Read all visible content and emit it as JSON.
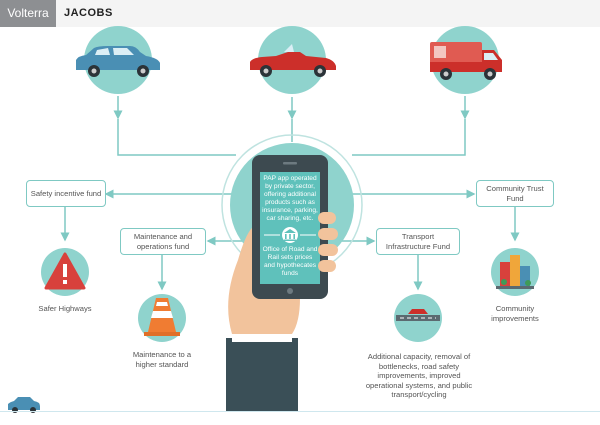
{
  "header": {
    "brand_primary": "Volterra",
    "brand_secondary": "JACOBS"
  },
  "colors": {
    "teal": "#7fc9c3",
    "teal_light": "#8fd3cd",
    "red_warning": "#d8413c",
    "cone_orange": "#f07c32",
    "phone_dark": "#3d4a50",
    "screen_teal": "#5fc1bb",
    "hand_skin": "#f2c39c",
    "sleeve": "#3a4f57",
    "vehicle_blue": "#4a8fb4",
    "vehicle_red": "#cc2f2a"
  },
  "diagram": {
    "vehicles": [
      {
        "icon": "blue-car-icon"
      },
      {
        "icon": "red-convertible-icon"
      },
      {
        "icon": "red-truck-icon"
      }
    ],
    "phone": {
      "text_top": "PAP app operated by private sector, offering additional products such as insurance, parking, car sharing, etc.",
      "text_bottom": "Office of Road and Rail sets prices and hypothecates funds",
      "icon": "government-building-icon"
    },
    "funds": {
      "safety": "Safety incentive fund",
      "maintenance": "Maintenance and operations fund",
      "transport": "Transport Infrastructure Fund",
      "community": "Community Trust Fund"
    },
    "outcomes": {
      "safety": "Safer Highways",
      "maintenance": "Maintenance to a higher standard",
      "transport": "Additional capacity, removal of bottlenecks, road safety improvements, improved operational systems, and public transport/cycling",
      "community": "Community improvements"
    }
  }
}
